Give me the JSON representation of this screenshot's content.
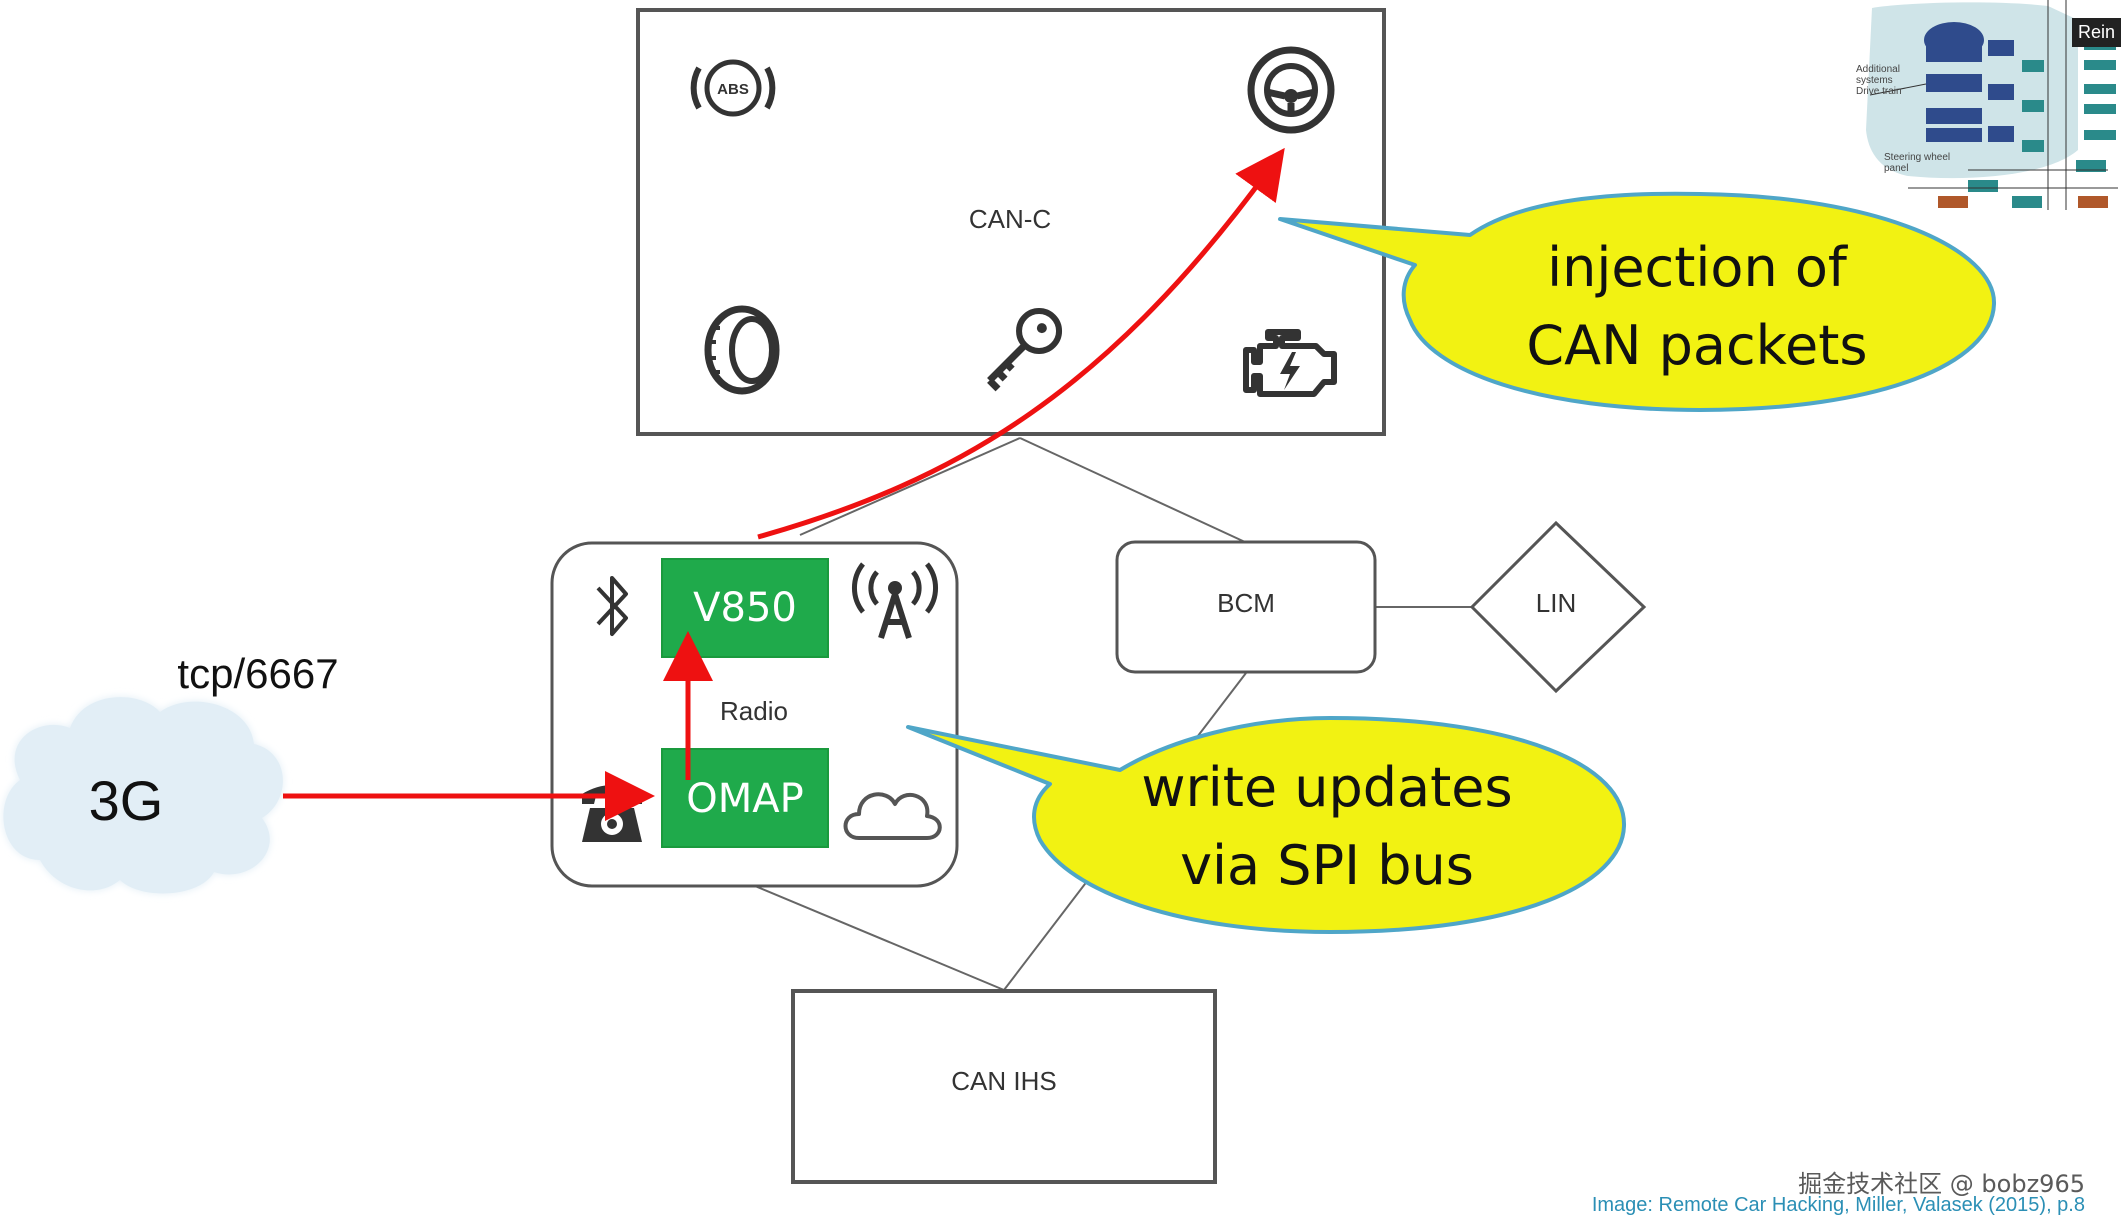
{
  "labels": {
    "can_c": "CAN-C",
    "abs": "ABS",
    "v850": "V850",
    "omap": "OMAP",
    "radio": "Radio",
    "bcm": "BCM",
    "lin": "LIN",
    "can_ihs": "CAN IHS",
    "cloud_3g": "3G",
    "tcp_port": "tcp/6667"
  },
  "callouts": {
    "injection_line1": "injection of",
    "injection_line2": "CAN packets",
    "updates_line1": "write updates",
    "updates_line2": "via SPI bus"
  },
  "thumbnail": {
    "additional_line1": "Additional",
    "additional_line2": "systems",
    "drive_train": "Drive train",
    "steering_line1": "Steering wheel",
    "steering_line2": "panel",
    "corner_text": "Rein"
  },
  "watermark": "掘金技术社区 @ bobz965",
  "credit": "Image: Remote Car Hacking, Miller, Valasek (2015), p.8",
  "colors": {
    "module_green": "#1faa4b",
    "attack_arrow": "#ee1111",
    "callout_fill": "#f2f212",
    "callout_stroke": "#4fa6c8",
    "cloud_fill": "#e2eef6",
    "outline": "#555555",
    "credit_text": "#2b8fb5"
  }
}
